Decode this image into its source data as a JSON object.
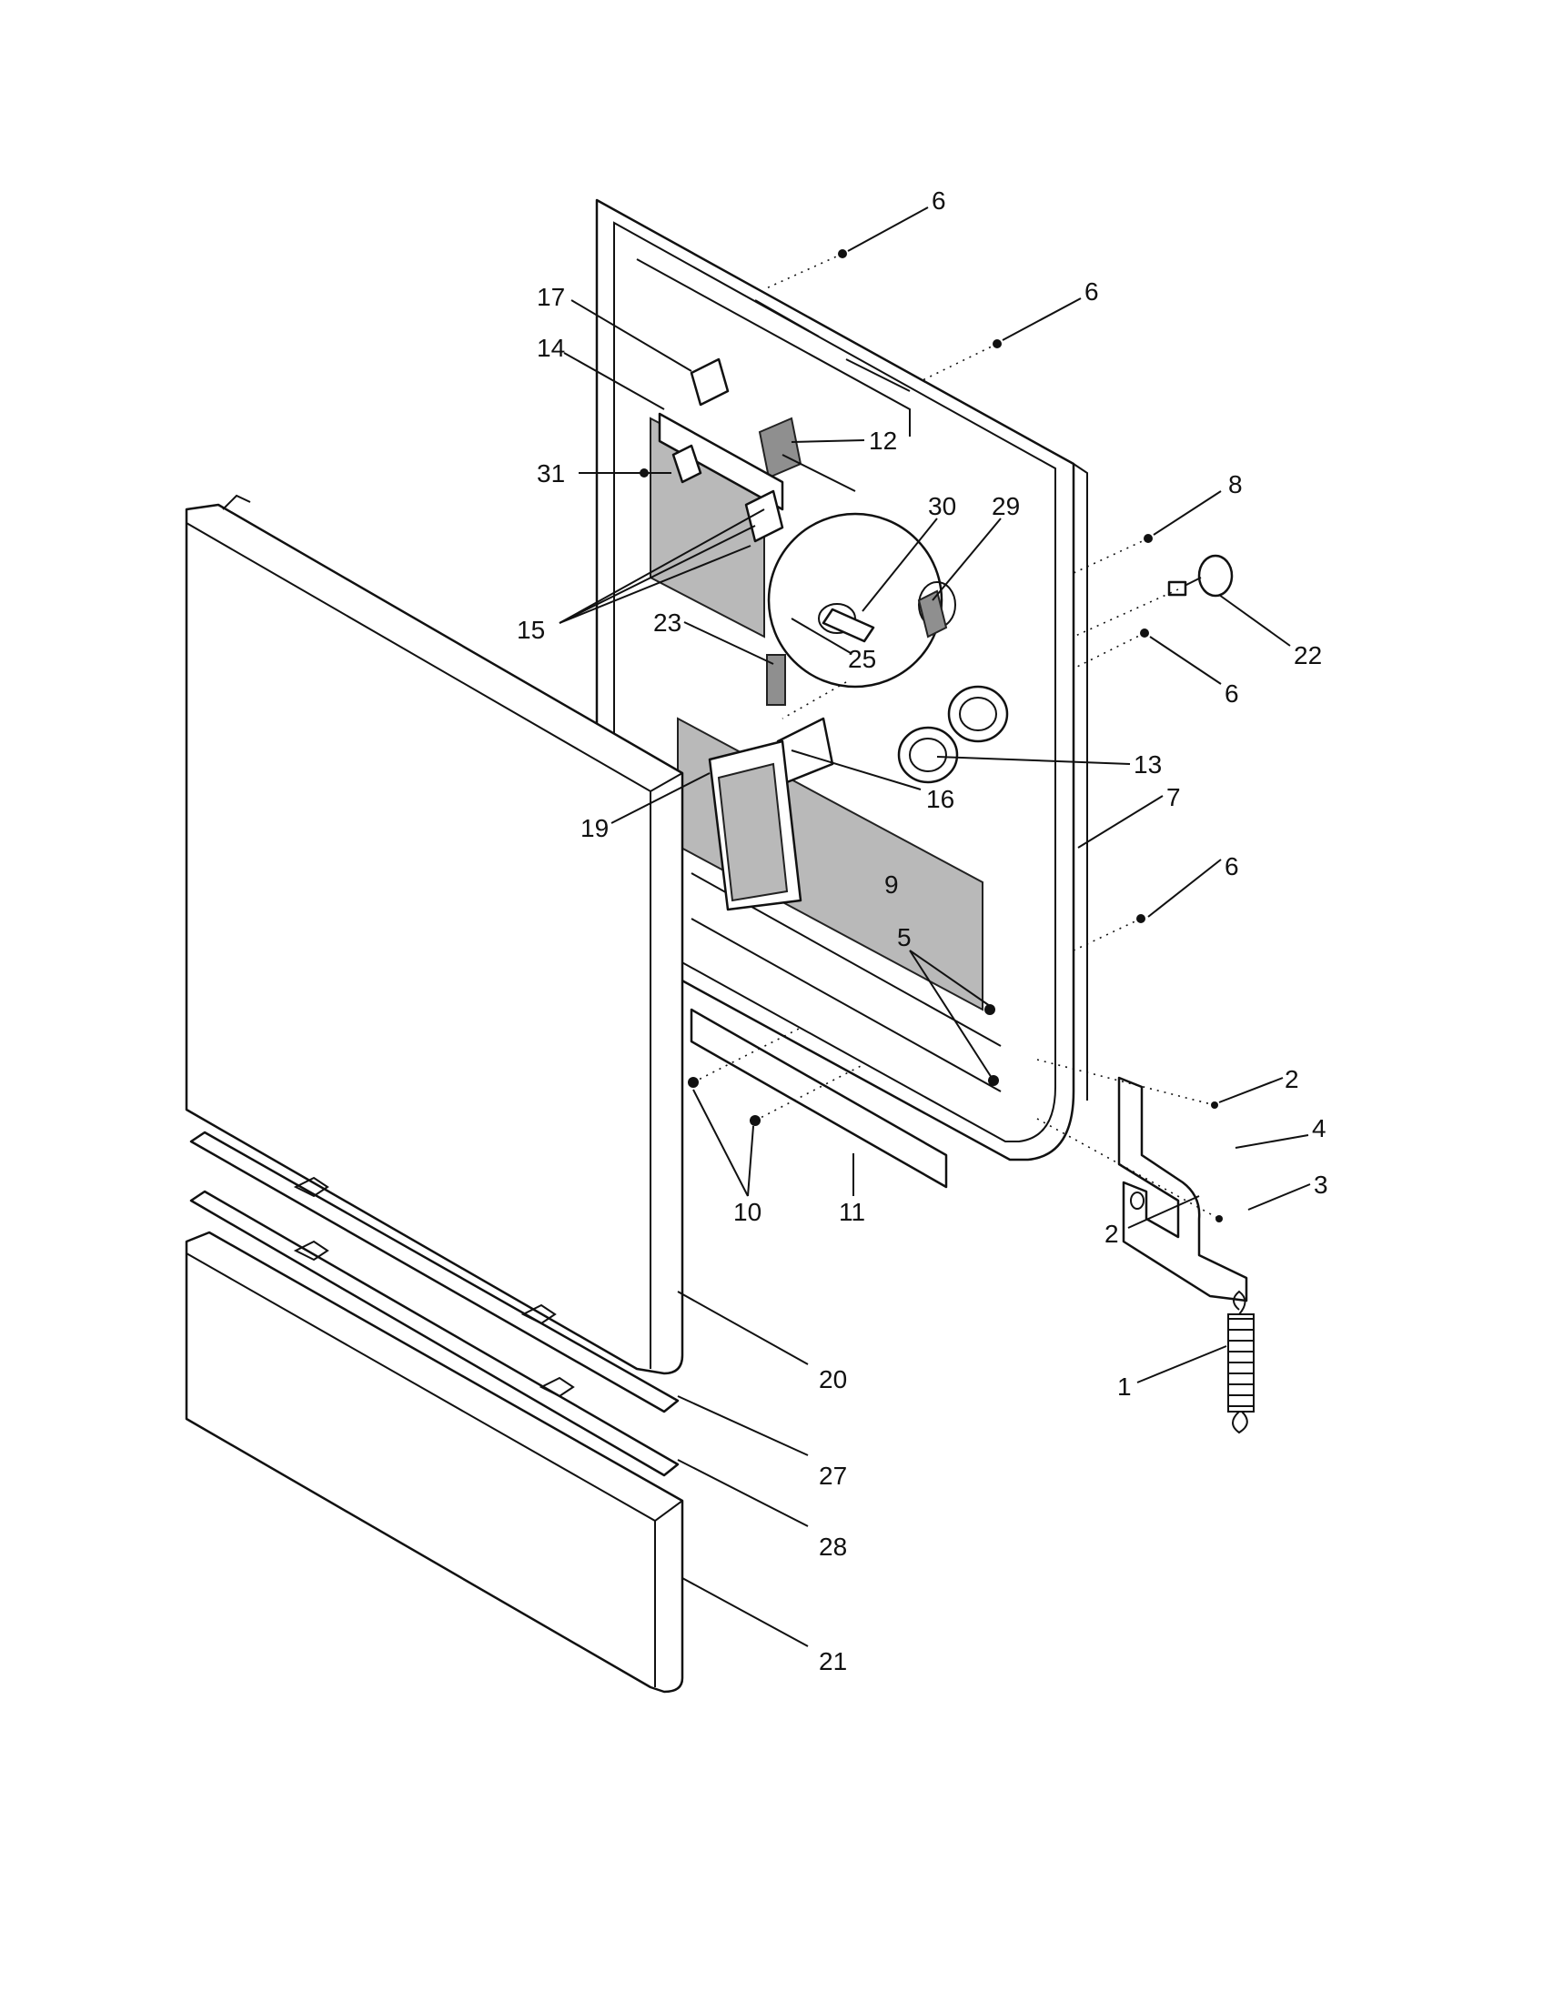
{
  "diagram": {
    "callouts": [
      "6",
      "6",
      "17",
      "14",
      "12",
      "31",
      "8",
      "30",
      "29",
      "15",
      "23",
      "25",
      "22",
      "6",
      "13",
      "16",
      "19",
      "7",
      "9",
      "6",
      "5",
      "2",
      "4",
      "3",
      "2",
      "10",
      "11",
      "20",
      "1",
      "27",
      "28",
      "21"
    ]
  }
}
